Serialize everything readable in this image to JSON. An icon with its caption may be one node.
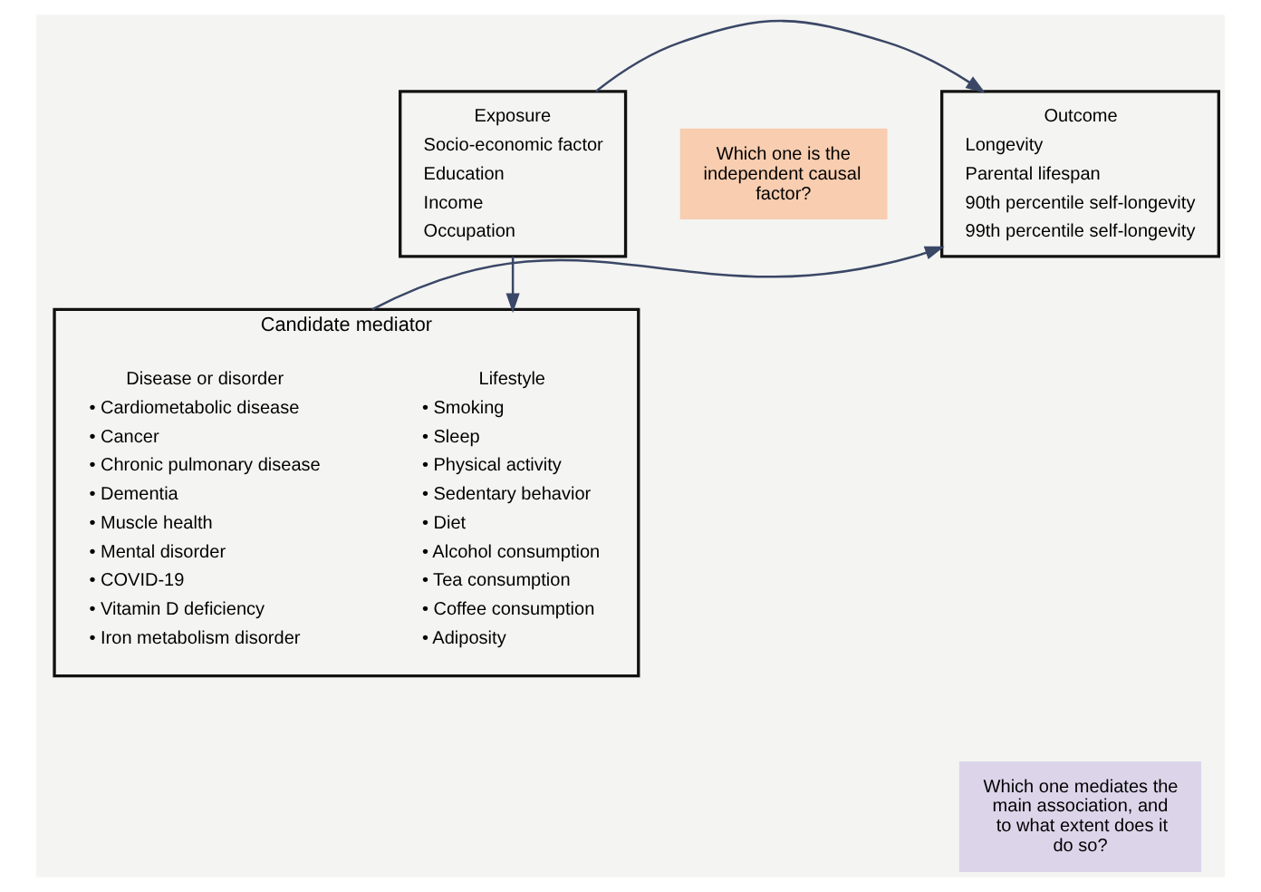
{
  "diagram": {
    "nodes": [
      {
        "text": [
          "Exposure",
          "Socio-economic factor",
          "Education",
          "Income",
          "Occupation"
        ]
      },
      {
        "text": [
          "Outcome",
          "Longevity",
          "Parental lifespan",
          "90th percentile self-longevity",
          "99th percentile self-longevity"
        ]
      },
      {
        "text": [
          "Candidate mediator"
        ]
      },
      {
        "text": [
          "Lifestyle",
          "• Smoking",
          "• Sleep",
          "• Physical activity",
          "• Sedentary behavior",
          "• Diet",
          "• Alcohol consumption",
          "• Tea consumption",
          "• Coffee consumption",
          "• Adiposity"
        ],
        "in": 2
      },
      {
        "text": [
          "Disease or disorder",
          "• Cardiometabolic disease",
          "• Cancer",
          "• Chronic pulmonary disease",
          "• Dementia",
          "• Muscle health",
          "• Mental disorder",
          "• COVID-19",
          "• Vitamin D deficiency",
          "• Iron metabolism disorder"
        ],
        "in": 2
      },
      {
        "text": [
          "Which one is the independent causal factor?"
        ]
      },
      {
        "text": [
          "Which one mediates the main association, and to what extent does it do so?"
        ]
      }
    ],
    "edges": [
      {
        "from": 0,
        "to": 1,
        "arrow": "to"
      },
      {
        "from": 0,
        "to": 2,
        "arrow": "to"
      },
      {
        "from": 2,
        "to": 1,
        "arrow": "to"
      }
    ]
  }
}
